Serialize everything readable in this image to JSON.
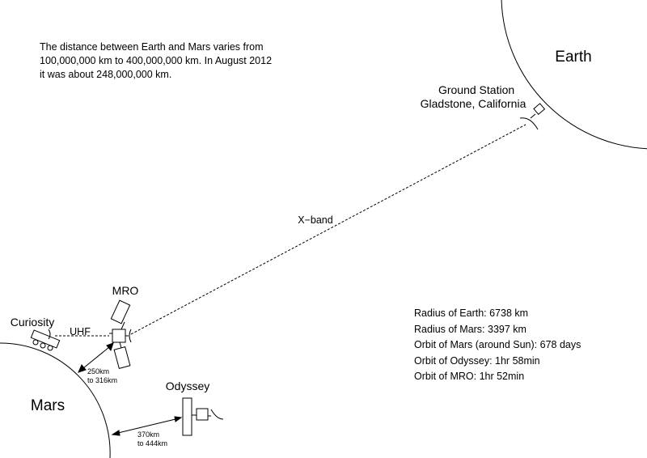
{
  "intro": [
    "The distance between Earth and Mars varies from",
    "100,000,000 km to 400,000,000 km. In August 2012",
    "it was about 248,000,000 km."
  ],
  "labels": {
    "earth": "Earth",
    "mars": "Mars",
    "ground_station": [
      "Ground Station",
      "Gladstone, California"
    ],
    "mro": "MRO",
    "curiosity": "Curiosity",
    "odyssey": "Odyssey",
    "uhf": "UHF",
    "xband": "X−band",
    "mro_altitude": [
      "250km",
      "to 316km"
    ],
    "odyssey_altitude": [
      "370km",
      "to 444km"
    ]
  },
  "facts": [
    "Radius of Earth: 6738 km",
    "Radius of Mars: 3397 km",
    "Orbit of Mars (around Sun): 678 days",
    "Orbit of Odyssey: 1hr 58min",
    "Orbit of MRO: 1hr 52min"
  ],
  "colors": {
    "stroke": "#000000",
    "background": "#ffffff"
  }
}
